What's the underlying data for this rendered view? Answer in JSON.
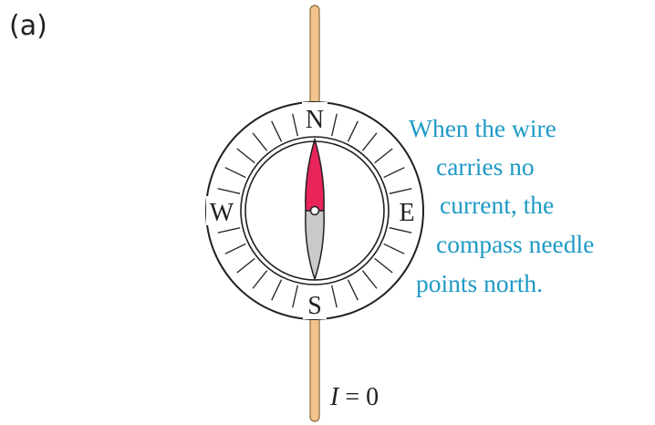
{
  "panel_label": "(a)",
  "compass": {
    "north": "N",
    "south": "S",
    "east": "E",
    "west": "W"
  },
  "caption_lines": [
    "When the wire",
    "carries no",
    "current, the",
    "compass needle",
    "points north."
  ],
  "current_label": {
    "variable": "I",
    "relation": " = 0"
  },
  "colors": {
    "wire_fill": "#f2c48d",
    "wire_stroke": "#8a6a3a",
    "needle_north": "#e8245a",
    "needle_south": "#c9c9c9",
    "caption": "#1e9ac6",
    "outline": "#231f20"
  }
}
